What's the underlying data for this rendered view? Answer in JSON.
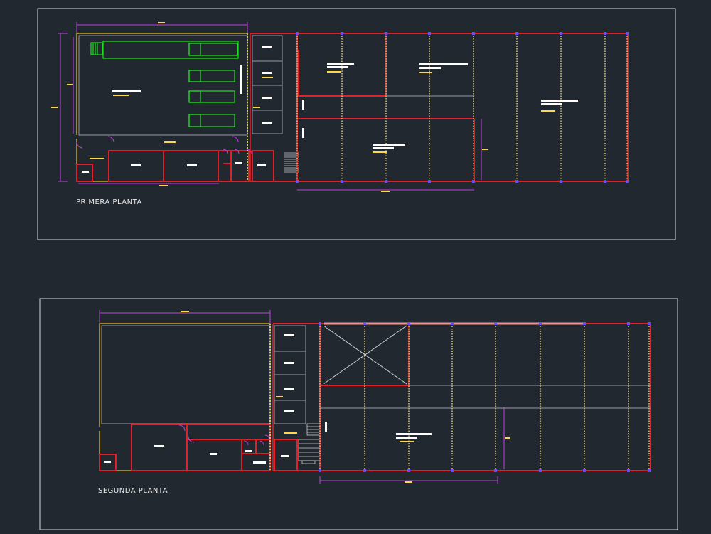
{
  "sheets": [
    {
      "id": "primera",
      "title": "PRIMERA PLANTA"
    },
    {
      "id": "segunda",
      "title": "SEGUNDA PLANTA"
    }
  ],
  "colors": {
    "background": "#212830",
    "frame": "#d8d8d8",
    "wall": "#e0202a",
    "column_grid": "#d9c46a",
    "dimension": "#c040e0",
    "equipment": "#19e619",
    "outline_light": "#9a9aa8",
    "label_block": "#ffffff",
    "text_yellow": "#ffd84a"
  }
}
